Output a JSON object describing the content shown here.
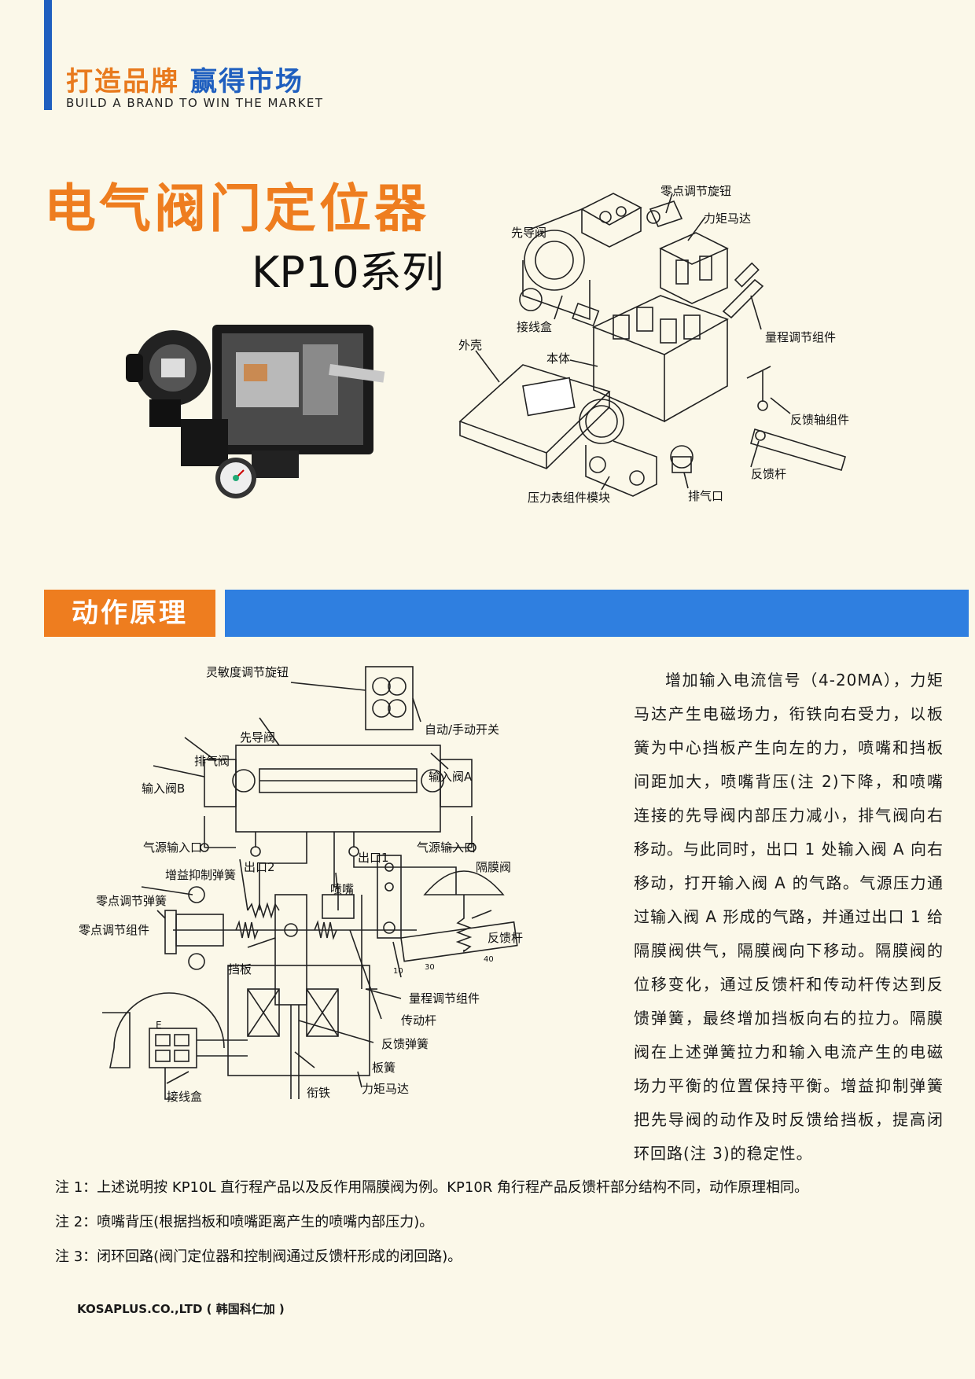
{
  "header": {
    "slogan_cn_1": "打造品牌",
    "slogan_cn_2": "赢得市场",
    "slogan_en": "BUILD A BRAND TO WIN THE MARKET",
    "accent_color": "#1f5fbf",
    "orange_color": "#ee7d1f"
  },
  "title": {
    "main": "电气阀门定位器",
    "series": "KP10系列"
  },
  "exploded_view": {
    "labels": {
      "zero_knob": "零点调节旋钮",
      "pilot_valve": "先导阀",
      "torque_motor": "力矩马达",
      "junction_box": "接线盒",
      "range_assembly": "量程调节组件",
      "cover": "外壳",
      "body": "本体",
      "feedback_shaft": "反馈轴组件",
      "feedback_lever": "反馈杆",
      "gauge_module": "压力表组件模块",
      "exhaust_port": "排气口"
    }
  },
  "section": {
    "title": "动作原理",
    "bar_color": "#2f7fe0"
  },
  "principle_diagram": {
    "labels": {
      "sensitivity_knob": "灵敏度调节旋钮",
      "pilot_valve": "先导阀",
      "auto_manual": "自动/手动开关",
      "exhaust_valve": "排气阀",
      "input_valve_b": "输入阀B",
      "input_valve_a": "输入阀A",
      "air_in_left": "气源输入口",
      "air_in_right": "气源输入口",
      "outlet2": "出口2",
      "outlet1": "出口1",
      "diaphragm": "隔膜阀",
      "gain_spring": "增益抑制弹簧",
      "nozzle": "喷嘴",
      "zero_spring": "零点调节弹簧",
      "zero_assembly": "零点调节组件",
      "feedback_lever": "反馈杆",
      "flapper": "挡板",
      "range_assembly": "量程调节组件",
      "drive_rod": "传动杆",
      "feedback_spring": "反馈弹簧",
      "leaf_spring": "板簧",
      "junction_box": "接线盒",
      "armature": "衔铁",
      "torque_motor": "力矩马达",
      "terminal_e": "E",
      "scale_10": "10",
      "scale_30": "30",
      "scale_40": "40"
    }
  },
  "description": "增加输入电流信号（4-20MA），力矩马达产生电磁场力，衔铁向右受力，以板簧为中心挡板产生向左的力，喷嘴和挡板间距加大，喷嘴背压(注 2)下降，和喷嘴连接的先导阀内部压力减小，排气阀向右移动。与此同时，出口 1 处输入阀 A 向右移动，打开输入阀 A 的气路。气源压力通过输入阀 A 形成的气路，并通过出口 1 给隔膜阀供气，隔膜阀向下移动。隔膜阀的位移变化，通过反馈杆和传动杆传达到反馈弹簧，最终增加挡板向右的拉力。隔膜阀在上述弹簧拉力和输入电流产生的电磁场力平衡的位置保持平衡。增益抑制弹簧把先导阀的动作及时反馈给挡板，提高闭环回路(注 3)的稳定性。",
  "notes": {
    "note1": "注 1：上述说明按 KP10L 直行程产品以及反作用隔膜阀为例。KP10R 角行程产品反馈杆部分结构不同，动作原理相同。",
    "note2": "注 2：喷嘴背压(根据挡板和喷嘴距离产生的喷嘴内部压力)。",
    "note3": "注 3：闭环回路(阀门定位器和控制阀通过反馈杆形成的闭回路)。"
  },
  "footer": "KOSAPLUS.CO.,LTD ( 韩国科仁加 )"
}
